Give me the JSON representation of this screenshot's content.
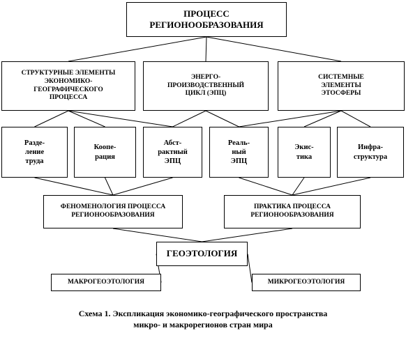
{
  "diagram": {
    "nodes": {
      "process": "ПРОЦЕСС\nРЕГИОНООБРАЗОВАНИЯ",
      "structural": "СТРУКТУРНЫЕ ЭЛЕМЕНТЫ\nЭКОНОМИКО-\nГЕОГРАФИЧЕСКОГО\nПРОЦЕССА",
      "energy": "ЭНЕРГО-\nПРОИЗВОДСТВЕННЫЙ\nЦИКЛ (ЭПЦ)",
      "system": "СИСТЕМНЫЕ\nЭЛЕМЕНТЫ\nЭТОСФЕРЫ",
      "division": "Разде-\nление\nтруда",
      "cooperation": "Коопе-\nрация",
      "abstract": "Абст-\nрактный\nЭПЦ",
      "real": "Реаль-\nный\nЭПЦ",
      "ekistics": "Экис-\nтика",
      "infrastructure": "Инфра-\nструктура",
      "phenomenology": "ФЕНОМЕНОЛОГИЯ ПРОЦЕССА\nРЕГИОНООБРАЗОВАНИЯ",
      "practice": "ПРАКТИКА ПРОЦЕССА\nРЕГИОНООБРАЗОВАНИЯ",
      "geoethology": "ГЕОЭТОЛОГИЯ",
      "macro": "МАКРОГЕОЭТОЛОГИЯ",
      "micro": "МИКРОГЕОЭТОЛОГИЯ"
    },
    "edges": [
      [
        "process",
        "structural"
      ],
      [
        "process",
        "energy"
      ],
      [
        "process",
        "system"
      ],
      [
        "structural",
        "division"
      ],
      [
        "structural",
        "cooperation"
      ],
      [
        "structural",
        "abstract"
      ],
      [
        "energy",
        "abstract"
      ],
      [
        "energy",
        "real"
      ],
      [
        "system",
        "real"
      ],
      [
        "system",
        "ekistics"
      ],
      [
        "system",
        "infrastructure"
      ],
      [
        "division",
        "phenomenology"
      ],
      [
        "cooperation",
        "phenomenology"
      ],
      [
        "abstract",
        "phenomenology"
      ],
      [
        "real",
        "practice"
      ],
      [
        "ekistics",
        "practice"
      ],
      [
        "infrastructure",
        "practice"
      ],
      [
        "phenomenology",
        "geoethology"
      ],
      [
        "practice",
        "geoethology"
      ],
      [
        "geoethology",
        "macro"
      ],
      [
        "geoethology",
        "micro"
      ]
    ]
  },
  "caption": "Схема 1. Экспликация экономико-географического  пространства\nмикро- и макрорегионов стран мира"
}
